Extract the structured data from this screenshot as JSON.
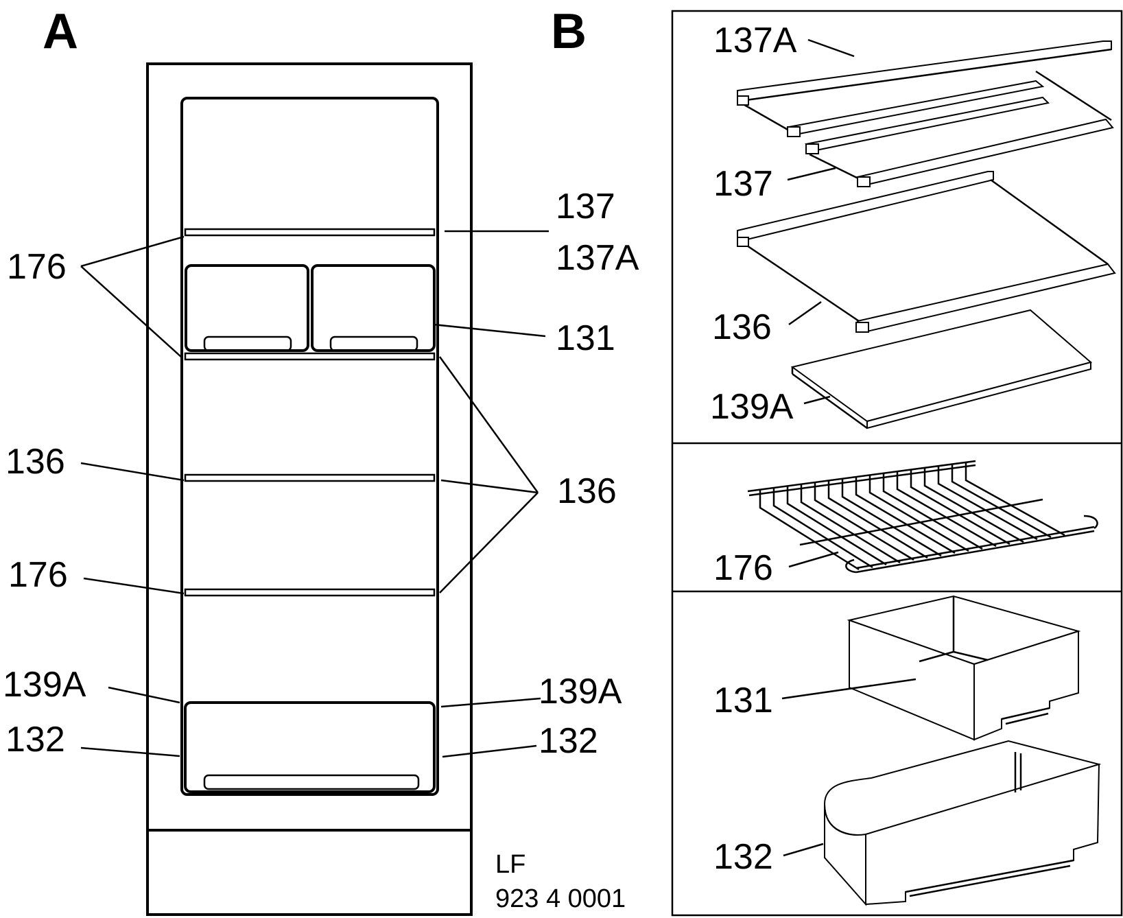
{
  "panel_a": {
    "title": "A",
    "labels": {
      "l_176_top": "176",
      "r_137": "137",
      "r_137a": "137A",
      "r_131": "131",
      "l_136": "136",
      "r_136": "136",
      "l_176_low": "176",
      "l_139a": "139A",
      "r_139a": "139A",
      "l_132": "132",
      "r_132": "132"
    },
    "code_line1": "LF",
    "code_line2": "923 4 0001"
  },
  "panel_b": {
    "title": "B",
    "labels": {
      "p137a": "137A",
      "p137": "137",
      "p136": "136",
      "p139a": "139A",
      "p176": "176",
      "p131": "131",
      "p132": "132"
    }
  },
  "colors": {
    "stroke": "#000000",
    "background": "#ffffff"
  }
}
